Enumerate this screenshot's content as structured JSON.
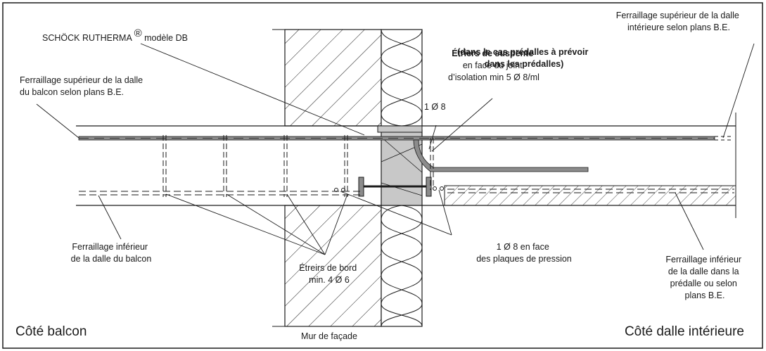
{
  "labels": {
    "product_name": "SCHÖCK RUTHERMA",
    "product_mark": "®",
    "product_model": "modèle DB",
    "top_bar_balcony": [
      "Ferraillage supérieur de la dalle",
      "du balcon selon plans B.E."
    ],
    "top_bar_interior": [
      "Ferraillage supérieur de la dalle",
      "intérieure selon plans B.E."
    ],
    "predalle_note": [
      "(dans le cas prédalles à prévoir",
      "dans les prédalles)"
    ],
    "stirrups_suspension": [
      "Étriers de suspente",
      "en face du joint",
      "d’isolation min 5 Ø 8/ml"
    ],
    "bar_1d8": "1 Ø 8",
    "bar_1d8_pressure": [
      "1 Ø 8 en face",
      "des plaques de pression"
    ],
    "bottom_bar_balcony": [
      "Ferraillage inférieur",
      "de la dalle du balcon"
    ],
    "edge_stirrups": [
      "Étreirs de bord",
      "min. 4 Ø 6"
    ],
    "bottom_bar_interior": [
      "Ferraillage inférieur",
      "de la dalle dans la",
      "prédalle ou selon",
      "plans B.E."
    ],
    "facade_wall": "Mur de façade",
    "side_balcony": "Côté balcon",
    "side_interior": "Côté dalle intérieure"
  },
  "colors": {
    "line": "#1a1a1a",
    "element_fill": "#c8c8c8",
    "bar_fill": "#8c8c8c",
    "background": "#ffffff"
  }
}
